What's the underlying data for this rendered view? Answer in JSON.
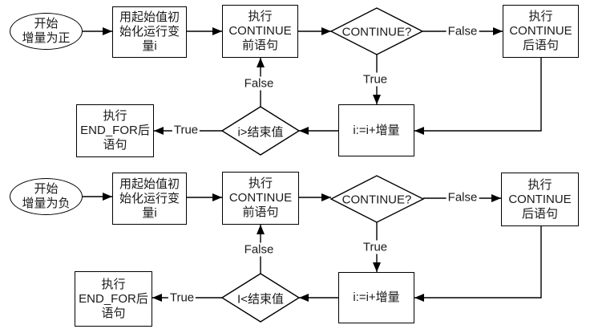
{
  "colors": {
    "background": "#ffffff",
    "line": "#000000",
    "text": "#1a1a1a"
  },
  "top": {
    "start": "开始\n增量为正",
    "init": "用起始值初\n始化运行变\n量i",
    "pre_stmt": "执行\nCONTINUE\n前语句",
    "continue_cond": "CONTINUE?",
    "post_stmt": "执行\nCONTINUE\n后语句",
    "increment": "i:=i+增量",
    "end_cond": "i>结束值",
    "end_stmt": "执行\nEND_FOR后\n语句",
    "label_false_branch": "False",
    "label_true_down": "True",
    "label_true_left": "True",
    "label_false_up": "False"
  },
  "bottom": {
    "start": "开始\n增量为负",
    "init": "用起始值初\n始化运行变\n量i",
    "pre_stmt": "执行\nCONTINUE\n前语句",
    "continue_cond": "CONTINUE?",
    "post_stmt": "执行\nCONTINUE\n后语句",
    "increment": "i:=i+增量",
    "end_cond": "I<结束值",
    "end_stmt": "执行\nEND_FOR后\n语句",
    "label_false_branch": "False",
    "label_true_down": "True",
    "label_true_left": "True",
    "label_false_up": "False"
  }
}
